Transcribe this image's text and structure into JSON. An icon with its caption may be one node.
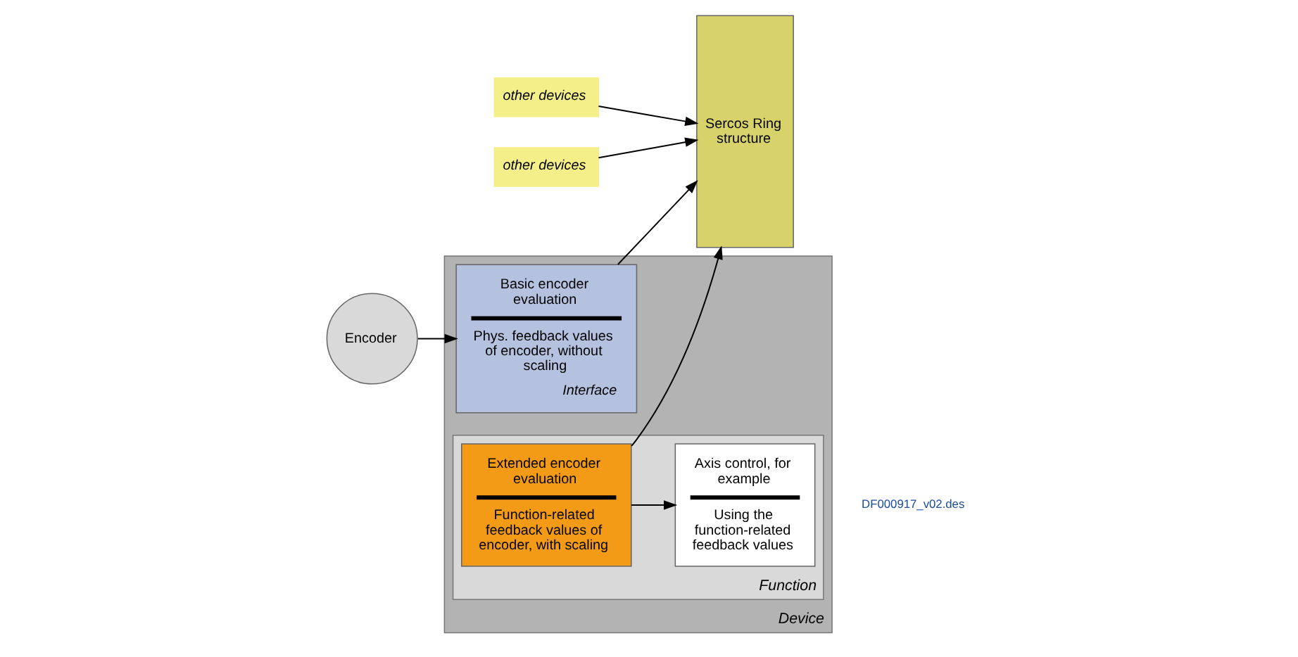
{
  "diagram": {
    "nodes": [
      {
        "text": [
          "Device"
        ]
      },
      {
        "text": [
          "Encoder"
        ]
      },
      {
        "text": [
          "Basic encoder evaluation",
          "Phys. feedback values of encoder, without scaling",
          "Interface"
        ],
        "in": 0
      },
      {
        "text": [
          "Sercos Ring structure"
        ]
      },
      {
        "text": [
          "Function"
        ],
        "in": 0
      },
      {
        "text": [
          "Extended encoder evaluation",
          "Function-related feedback values of encoder, with scaling"
        ],
        "in": 4
      },
      {
        "text": [
          "Axis control, for example",
          "Using the function-related feedback values"
        ],
        "in": 4
      },
      {
        "text": [
          "other devices"
        ]
      },
      {
        "text": [
          "other devices"
        ]
      }
    ],
    "edges": [
      {
        "from": 1,
        "to": 2,
        "arrow": "to"
      },
      {
        "from": 2,
        "to": 3,
        "arrow": "to"
      },
      {
        "from": 5,
        "to": 3,
        "arrow": "to"
      },
      {
        "from": 5,
        "to": 6,
        "arrow": "to"
      },
      {
        "from": 7,
        "to": 3,
        "arrow": "to"
      },
      {
        "from": 8,
        "to": 3,
        "arrow": "to"
      }
    ],
    "labels": [
      "DF000917_v02.des"
    ]
  }
}
